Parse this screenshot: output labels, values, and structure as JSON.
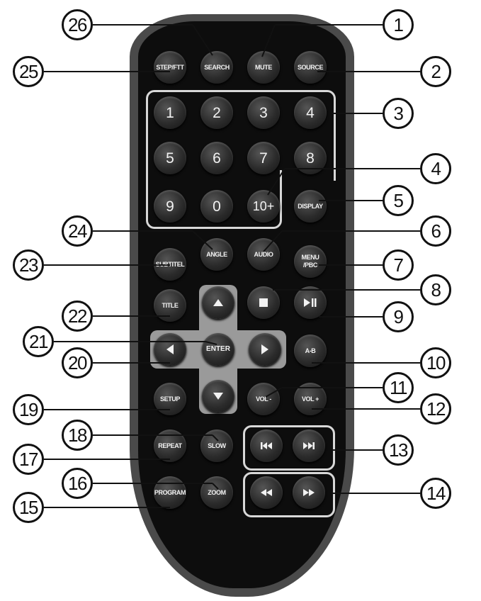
{
  "buttons": {
    "step_ftt": "STEP/FTT",
    "search": "SEARCH",
    "mute": "MUTE",
    "source": "SOURCE",
    "digits": [
      "1",
      "2",
      "3",
      "4",
      "5",
      "6",
      "7",
      "8",
      "9",
      "0",
      "10+"
    ],
    "display": "DISPLAY",
    "subtitle": "SUBTITEL",
    "angle": "ANGLE",
    "audio": "AUDIO",
    "menu_line1": "MENU",
    "menu_line2": "/PBC",
    "title": "TITLE",
    "enter": "ENTER",
    "ab": "A-B",
    "setup": "SETUP",
    "vol_minus": "VOL -",
    "vol_plus": "VOL +",
    "repeat": "REPEAT",
    "slow": "SLOW",
    "program": "PROGRAM",
    "zoom": "ZOOM"
  },
  "callouts": [
    "1",
    "2",
    "3",
    "4",
    "5",
    "6",
    "7",
    "8",
    "9",
    "10",
    "11",
    "12",
    "13",
    "14",
    "15",
    "16",
    "17",
    "18",
    "19",
    "20",
    "21",
    "22",
    "23",
    "24",
    "25",
    "26"
  ],
  "icons": {
    "up": "up-arrow-icon",
    "down": "down-arrow-icon",
    "left": "left-arrow-icon",
    "right": "right-arrow-icon",
    "stop": "stop-icon",
    "play_pause": "play-pause-icon",
    "prev": "skip-previous-icon",
    "next": "skip-next-icon",
    "rewind": "rewind-icon",
    "forward": "fast-forward-icon"
  },
  "colors": {
    "remote_body": "#0d0d0d",
    "remote_rim": "#4a4a4a",
    "button": "#2b2b2b",
    "dpad": "#9a9a9a",
    "callout_border": "#111111"
  }
}
